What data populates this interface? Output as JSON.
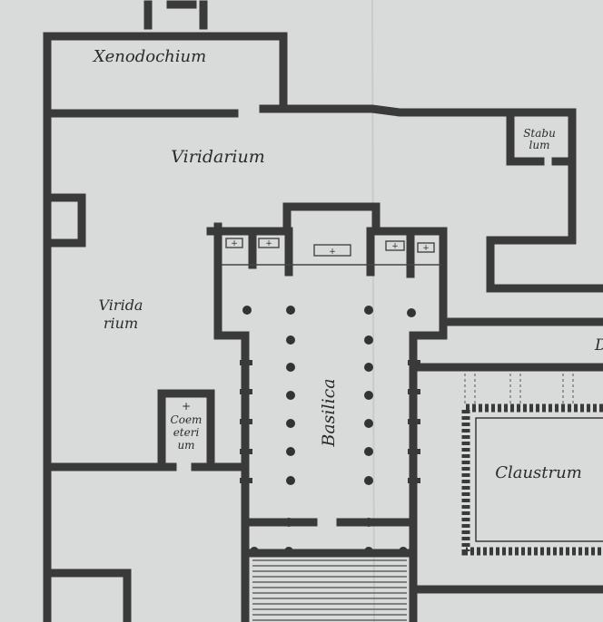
{
  "labels": {
    "xenodochium": "Xenodochium",
    "viridarium": "Viridarium",
    "stabulum_1": "Stabu",
    "stabulum_2": "lum",
    "viridarium2_1": "Virida",
    "viridarium2_2": "rium",
    "basilica": "Basilica",
    "coemeterium_1": "Coem",
    "coemeterium_2": "eteri",
    "coemeterium_3": "um",
    "claustrum": "Claustrum",
    "edge_fragment": "D"
  },
  "symbols": {
    "cross": "+"
  },
  "colors": {
    "paper": "#d9dbdb",
    "ink": "#3a3a3a"
  }
}
